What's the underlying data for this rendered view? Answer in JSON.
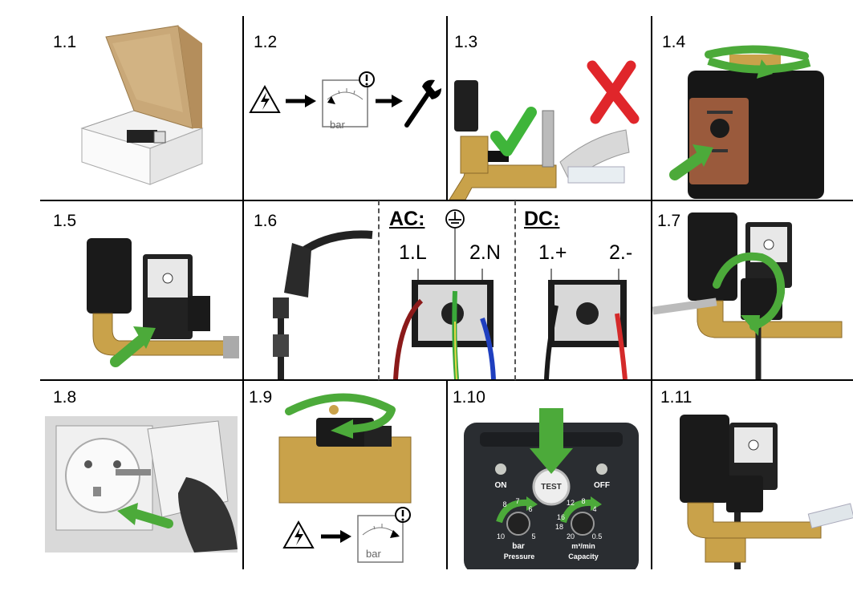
{
  "steps": {
    "s1_1": "1.1",
    "s1_2": "1.2",
    "s1_3": "1.3",
    "s1_4": "1.4",
    "s1_5": "1.5",
    "s1_6": "1.6",
    "s1_7": "1.7",
    "s1_8": "1.8",
    "s1_9": "1.9",
    "s1_10": "1.10",
    "s1_11": "1.11"
  },
  "gauge": {
    "unit": "bar"
  },
  "wiring": {
    "ac": {
      "header": "AC:",
      "wire1": "1.L",
      "wire2": "2.N"
    },
    "dc": {
      "header": "DC:",
      "wire1": "1.+",
      "wire2": "2.-"
    }
  },
  "panel": {
    "on": "ON",
    "test": "TEST",
    "off": "OFF",
    "pressure_ticks": [
      "8",
      "7",
      "6",
      "10",
      "5"
    ],
    "capacity_ticks": [
      "12",
      "8",
      "4",
      "16",
      "18",
      "20",
      "0.5"
    ],
    "bar_unit": "bar",
    "capacity_unit": "m³/min",
    "pressure_label": "Pressure",
    "capacity_label": "Capacity"
  },
  "colors": {
    "green_arrow": "#4caa3a",
    "check": "#3fb53a",
    "cross": "#e0262b",
    "wire_brown": "#8b1a1a",
    "wire_green": "#3aa83a",
    "wire_blue": "#1f3fbf",
    "wire_red": "#d42a2a",
    "brass": "#c9a24a",
    "housing": "#1f1f1f",
    "gasket": "#9a5a3c"
  }
}
